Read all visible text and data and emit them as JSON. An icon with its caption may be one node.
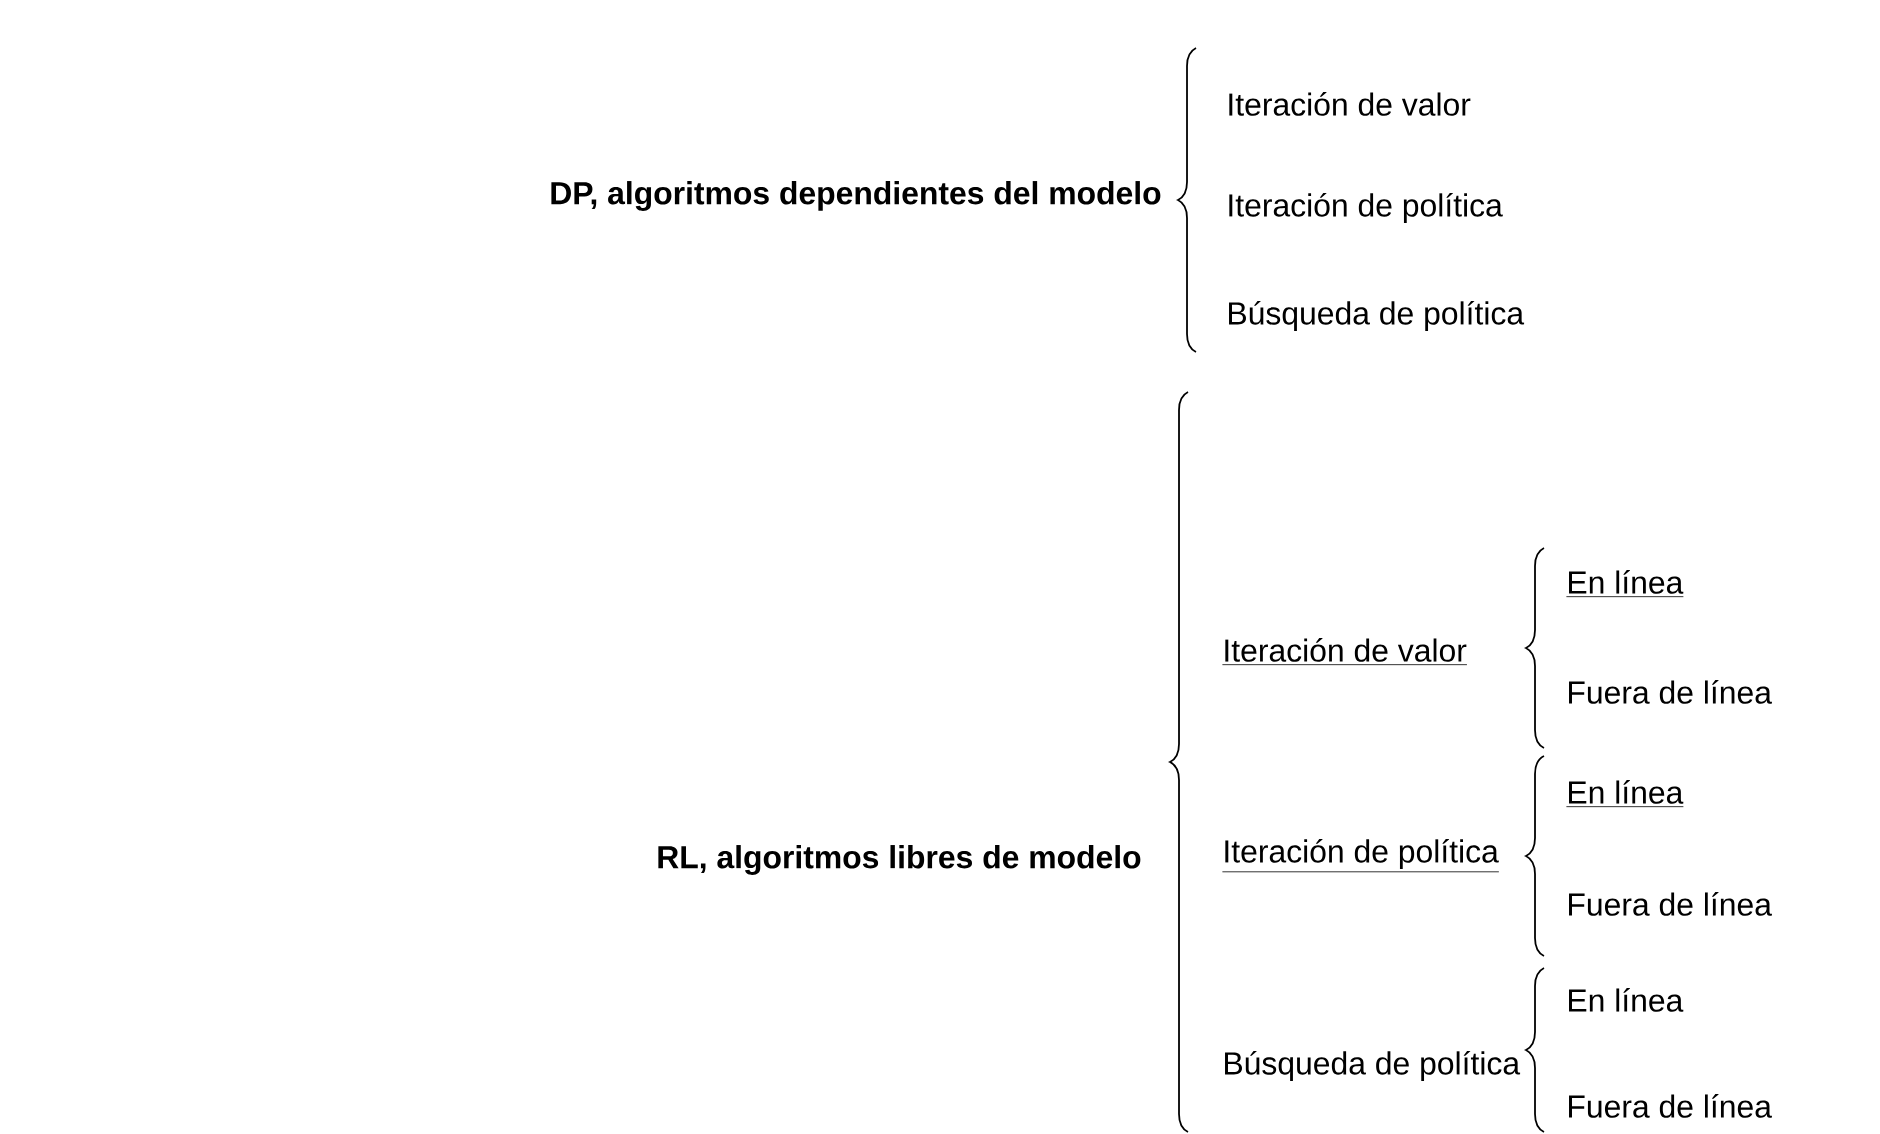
{
  "diagram": {
    "labels": [
      "DP, algoritmos dependientes del modelo",
      "Iteración de valor",
      "Iteración de política",
      "Búsqueda de política",
      "RL, algoritmos libres de modelo",
      "Iteración de valor",
      "En línea",
      "Fuera de línea",
      "Iteración de política",
      "En línea",
      "Fuera de línea",
      "Búsqueda de política",
      "En línea",
      "Fuera de línea"
    ]
  }
}
